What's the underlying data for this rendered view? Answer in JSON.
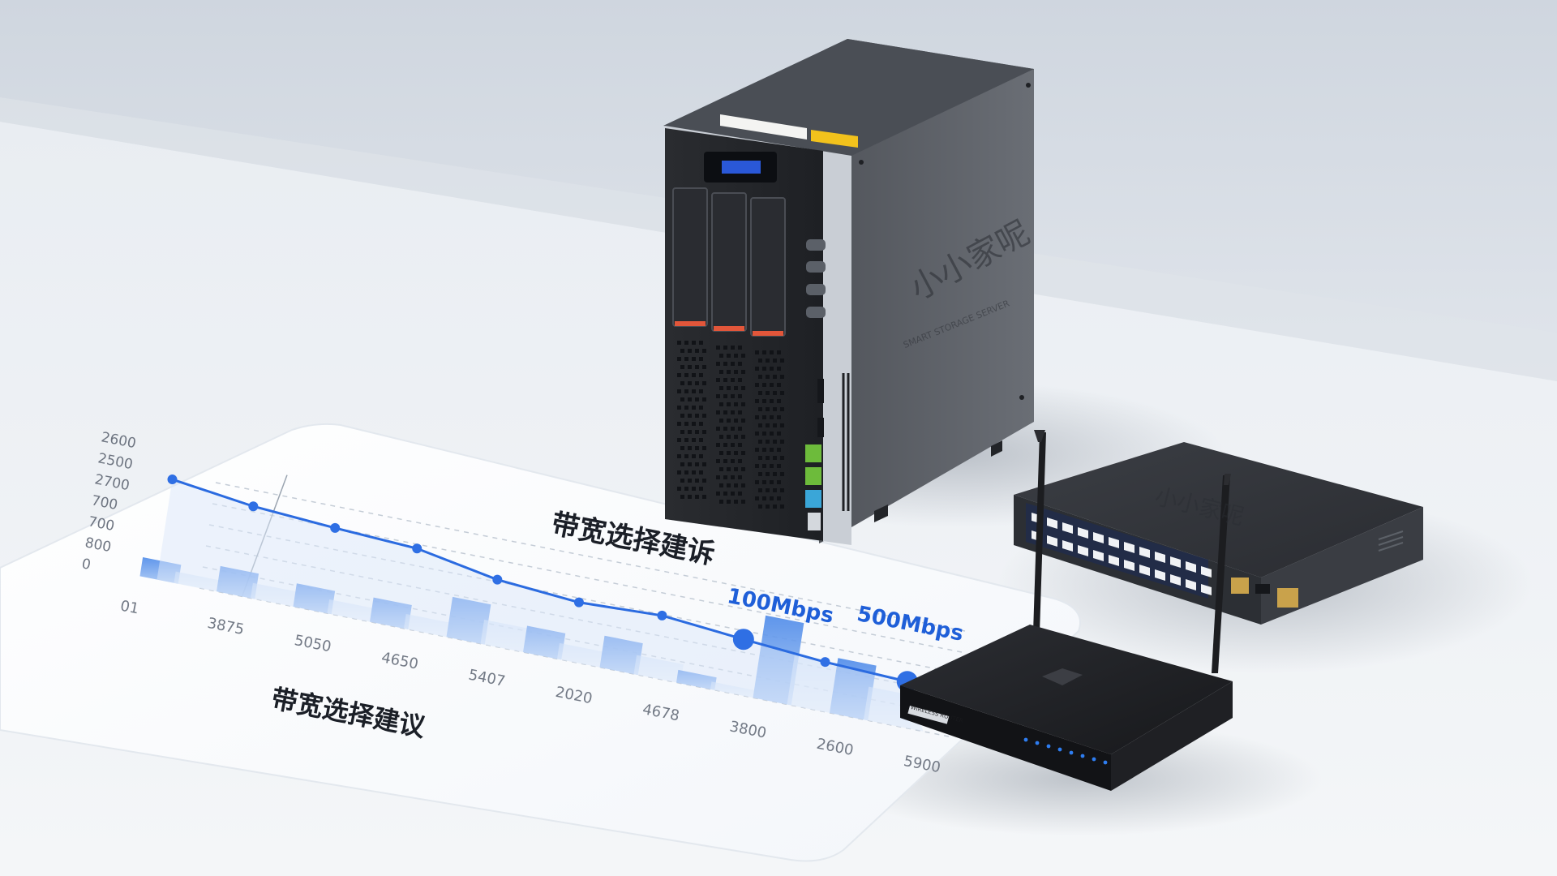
{
  "scene": {
    "description_colors": {
      "wall": "#d3d9e1",
      "table": "#eef1f4",
      "device_dark": "#2f3237",
      "accent_blue": "#2f6fe4",
      "chart_bar": "#6aa2f0"
    }
  },
  "chart_data": {
    "type": "bar",
    "title_top": "带宽选择建诉",
    "title_bottom": "带宽选择建议",
    "y_ticks": [
      "2600",
      "2500",
      "2700",
      "700",
      "700",
      "800",
      "0"
    ],
    "x_ticks": [
      "01",
      "3875",
      "5050",
      "4650",
      "5407",
      "2020",
      "4678",
      "3800",
      "2600",
      "5900"
    ],
    "values": [
      180,
      240,
      220,
      230,
      380,
      250,
      300,
      120,
      780,
      520
    ],
    "line_values": [
      950,
      850,
      800,
      760,
      620,
      560,
      590,
      520,
      460,
      430
    ],
    "callouts": [
      "100Mbps",
      "500Mbps"
    ]
  },
  "devices": {
    "nas_brand": "小小家呢",
    "nas_subtitle": "SMART STORAGE SERVER",
    "switch_brand": "小小家呢",
    "router_label": "WIRELESS ROUTER"
  }
}
